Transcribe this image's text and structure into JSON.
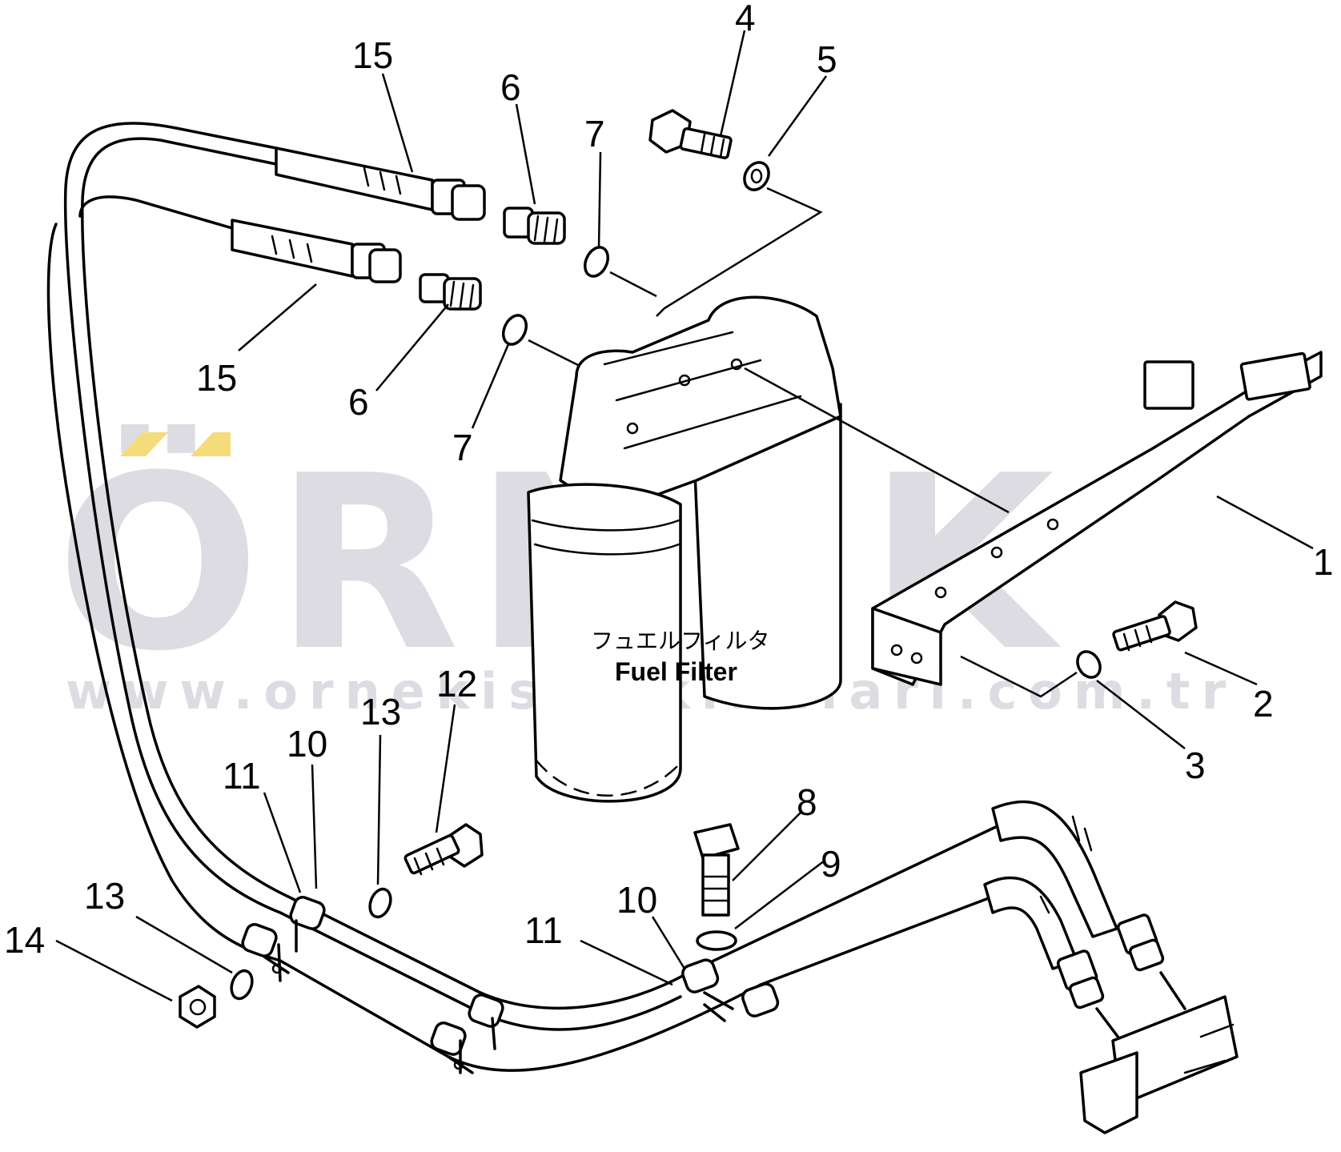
{
  "watermark": {
    "brand": "ÖRNEK",
    "url": "www.ornekismakinalari.com.tr",
    "accent_color": "#f5dc7a",
    "text_color": "#dcdce2"
  },
  "component_label": {
    "japanese": "フュエルフィルタ",
    "english": "Fuel Filter"
  },
  "callouts": {
    "c4": "4",
    "c5": "5",
    "c15a": "15",
    "c6a": "6",
    "c7a": "7",
    "c15b": "15",
    "c6b": "6",
    "c7b": "7",
    "c1": "1",
    "c2": "2",
    "c3": "3",
    "c8": "8",
    "c9": "9",
    "c10a": "10",
    "c11a": "11",
    "c13a": "13",
    "c12": "12",
    "c10b": "10",
    "c11b": "11",
    "c13b": "13",
    "c14": "14"
  }
}
